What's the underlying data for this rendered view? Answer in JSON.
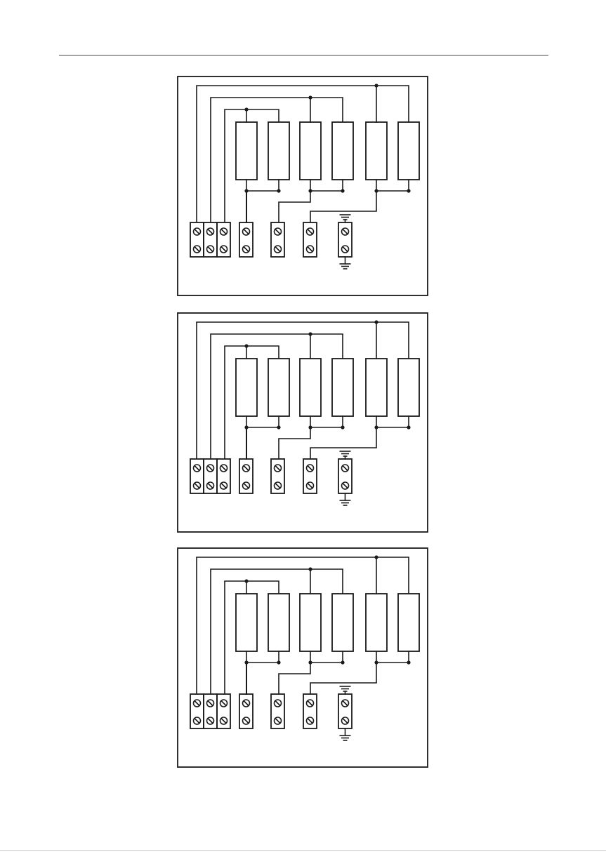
{
  "diagrams": [
    {
      "id": "wiring-diagram-1"
    },
    {
      "id": "wiring-diagram-2"
    },
    {
      "id": "wiring-diagram-3"
    }
  ],
  "colors": {
    "line": "#1a1a1a",
    "background": "#ffffff",
    "rule": "#a3a3a3"
  },
  "icons": {
    "terminal_screw": "screw-icon",
    "ground": "ground-icon"
  }
}
